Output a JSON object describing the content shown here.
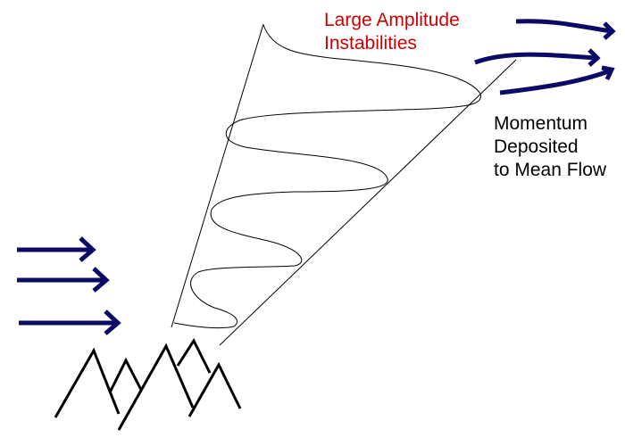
{
  "labels": {
    "instabilities": [
      "Large Amplitude",
      "Instabilities"
    ],
    "momentum": [
      "Momentum",
      "Deposited",
      "to Mean Flow"
    ]
  },
  "colors": {
    "arrow": "#0b0b66",
    "label_red": "#cc0000",
    "line": "#000000"
  },
  "icons": [
    "incoming-flow-arrow",
    "mean-flow-arrow",
    "mountain-range",
    "wave-envelope-cone"
  ]
}
